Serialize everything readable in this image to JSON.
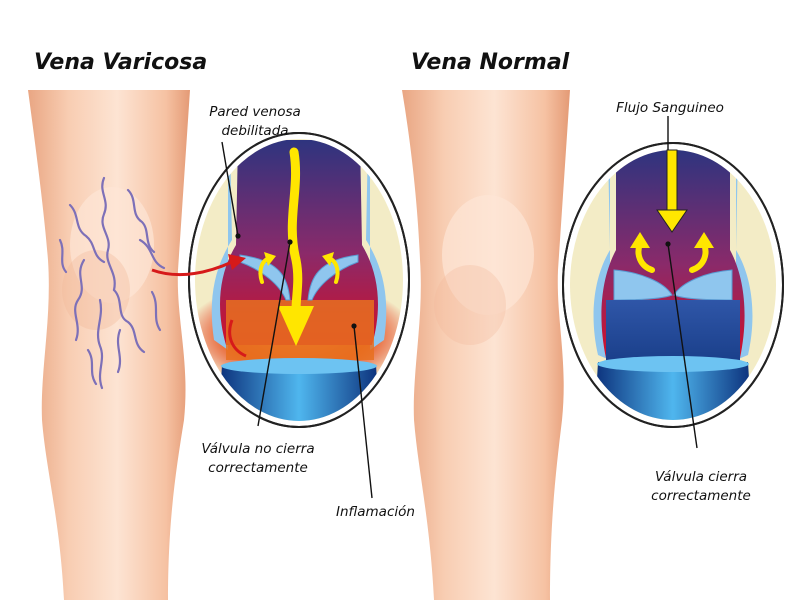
{
  "titles": {
    "left": "Vena Varicosa",
    "right": "Vena Normal"
  },
  "labels": {
    "pared": [
      "Pared venosa",
      "debilitada"
    ],
    "valvula_no": [
      "Válvula no cierra",
      "correctamente"
    ],
    "inflamacion": "Inflamación",
    "flujo": "Flujo Sanguineo",
    "valvula_si": [
      "Válvula cierra",
      "correctamente"
    ]
  },
  "colors": {
    "skin_light": "#fde3d0",
    "skin_mid": "#f7c4a5",
    "skin_shadow": "#e7a07c",
    "vein_purple": "#7a6cb8",
    "vessel_wall": "#8fc6ee",
    "blood_top": "#3a3f8e",
    "blood_red": "#c8102e",
    "flow_yellow": "#ffe600",
    "inflammation": "#e85a1a",
    "oval_bg": "#f2ecc8",
    "arrow_red": "#d61a1a"
  }
}
